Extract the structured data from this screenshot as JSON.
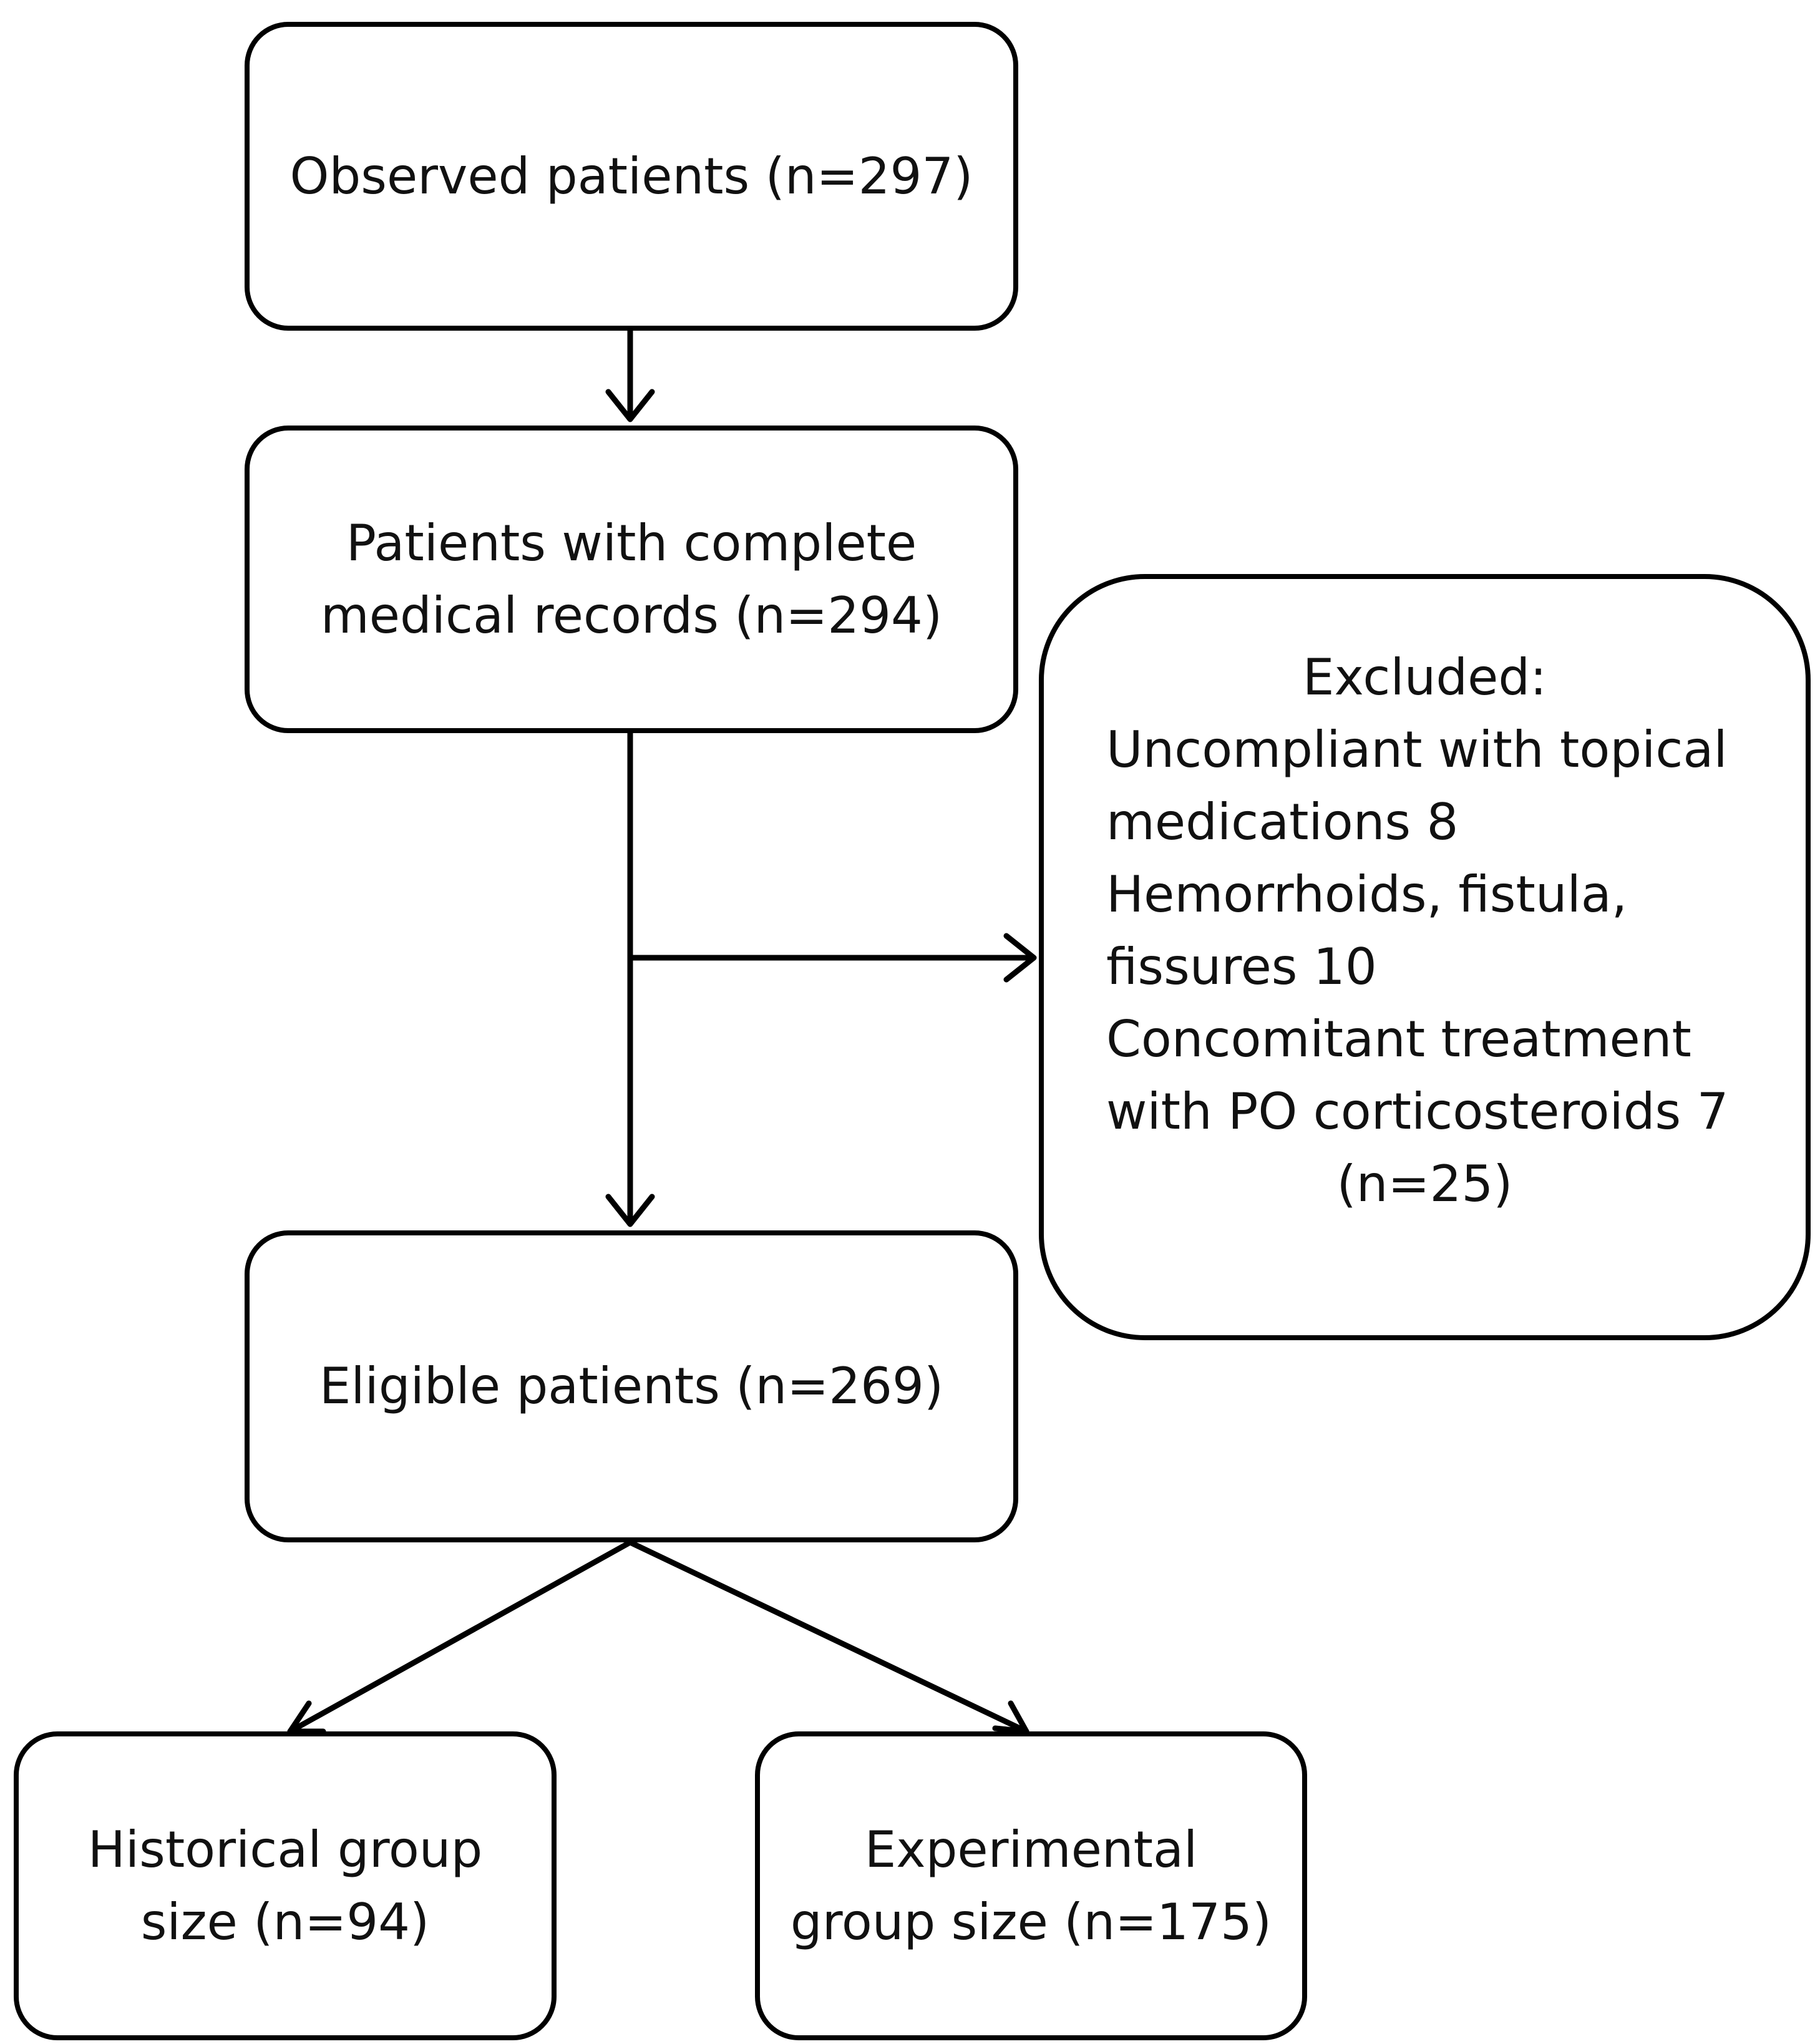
{
  "boxes": {
    "observed": {
      "lines": [
        "Observed patients (n=297)"
      ]
    },
    "complete": {
      "lines": [
        "Patients with complete",
        "medical records (n=294)"
      ]
    },
    "excluded": {
      "title": "Excluded:",
      "items": [
        "Uncompliant with topical",
        "medications 8",
        "Hemorrhoids, fistula,",
        "fissures 10",
        "Concomitant treatment",
        "with PO corticosteroids 7"
      ],
      "total": "(n=25)"
    },
    "eligible": {
      "lines": [
        "Eligible patients (n=269)"
      ]
    },
    "historical": {
      "lines": [
        "Historical group",
        "size (n=94)"
      ]
    },
    "experimental": {
      "lines": [
        "Experimental",
        "group size (n=175)"
      ]
    }
  },
  "colors": {
    "stroke": "#000000",
    "text": "#111111",
    "background": "#ffffff"
  }
}
